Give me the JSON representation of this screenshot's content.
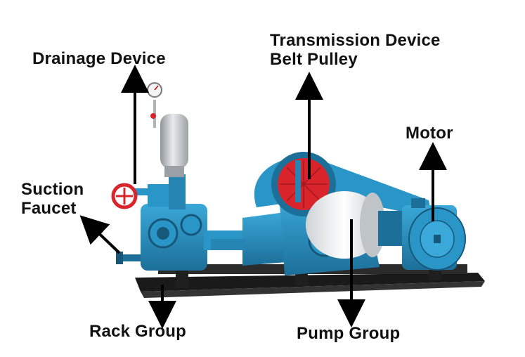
{
  "labels": {
    "drainage": "Drainage Device",
    "transmission_line1": "Transmission Device",
    "transmission_line2": "Belt Pulley",
    "motor": "Motor",
    "suction_line1": "Suction",
    "suction_line2": "Faucet",
    "rack": "Rack Group",
    "pump": "Pump Group"
  },
  "colors": {
    "machine_blue": "#2a96c8",
    "machine_blue_dark": "#1c6f99",
    "pulley_red": "#d8242a",
    "pulley_white": "#f2f2f2",
    "base_black": "#1a1a1a",
    "chamber_silver": "#c9ccd0",
    "arrow": "#000000"
  }
}
